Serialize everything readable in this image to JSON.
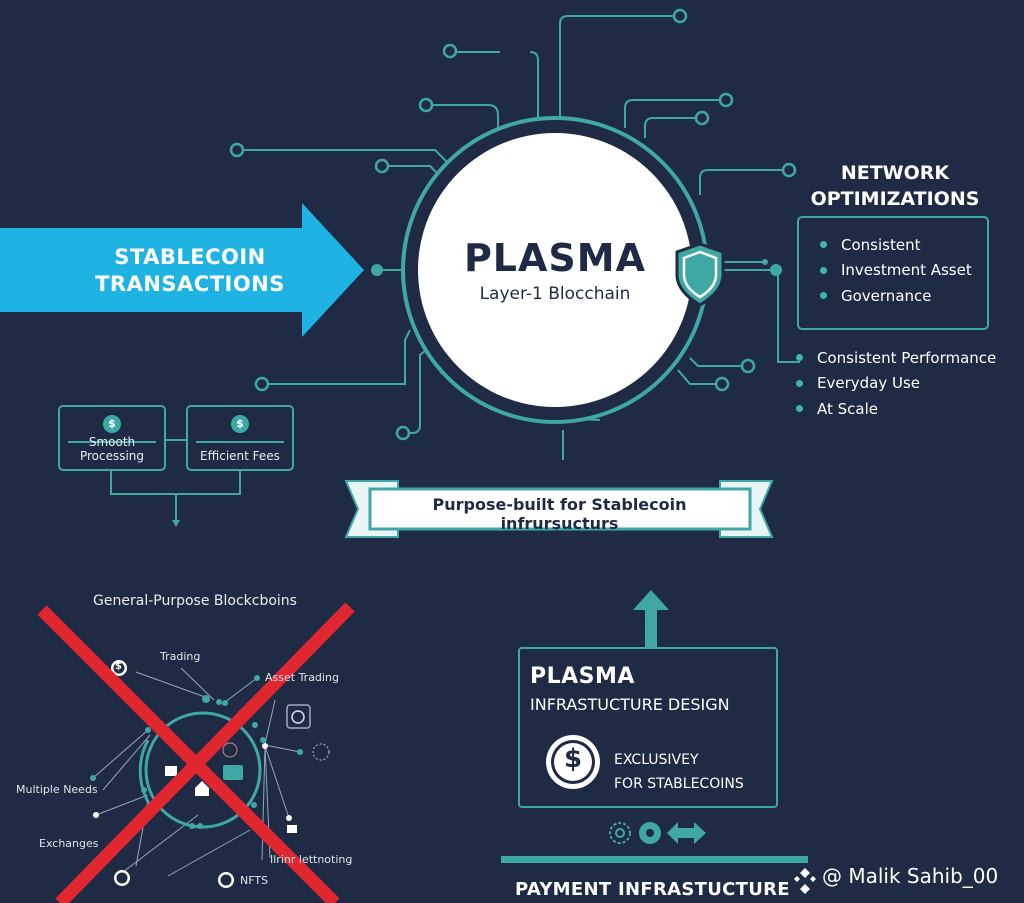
{
  "colors": {
    "background": "#1f2b45",
    "accent_teal": "#3fa8a5",
    "arrow_blue": "#1fb3e3",
    "cross_red": "#e0262f",
    "white": "#ffffff"
  },
  "inflow_arrow": {
    "line1": "STABLECOIN",
    "line2": "TRANSACTIONS",
    "icon": "arrow-right-icon"
  },
  "hub": {
    "title": "PLASMA",
    "subtitle": "Layer-1 Blocchain",
    "badge_icon": "shield-icon"
  },
  "network_optimizations": {
    "title_line1": "NETWORK",
    "title_line2": "OPTIMIZATIONS",
    "items": [
      "Consistent",
      "Investment Asset",
      "Governance"
    ]
  },
  "performance": {
    "items": [
      "Consistent Performance",
      "Everyday Use",
      "At Scale"
    ]
  },
  "features": [
    {
      "label": "Smooth Processing",
      "icon": "dollar-coin-icon",
      "icon_text": "$"
    },
    {
      "label": "Efficient Fees",
      "icon": "dollar-coin-icon",
      "icon_text": "$"
    }
  ],
  "banner": {
    "text": "Purpose-built for Stablecoin infrurşucturs"
  },
  "general_purpose": {
    "title": "General-Purpose Blockcboins",
    "labels": {
      "trading": "Trading",
      "asset_trading": "Asset Trading",
      "multiple_needs": "Multiple Needs",
      "exchanges": "Exchanges",
      "lending": "Ilrinr lettnoting",
      "nfts": "NFTS"
    },
    "coin_text": "$",
    "crossed_out": true
  },
  "infrastructure": {
    "title": "PLASMA",
    "subtitle": "INFRASTUCTURE DESIGN",
    "coin_text": "$",
    "exclusive_line1": "EXCLUSIVEY",
    "exclusive_line2": "FOR STABLECOINS",
    "icons": [
      "gear-outline-icon",
      "gear-filled-icon",
      "double-arrow-icon"
    ]
  },
  "payment": {
    "title": "PAYMENT INFRASTUCTURE"
  },
  "watermark": {
    "text": "@ Malik Sahib_00",
    "icon": "binance-logo-icon"
  }
}
